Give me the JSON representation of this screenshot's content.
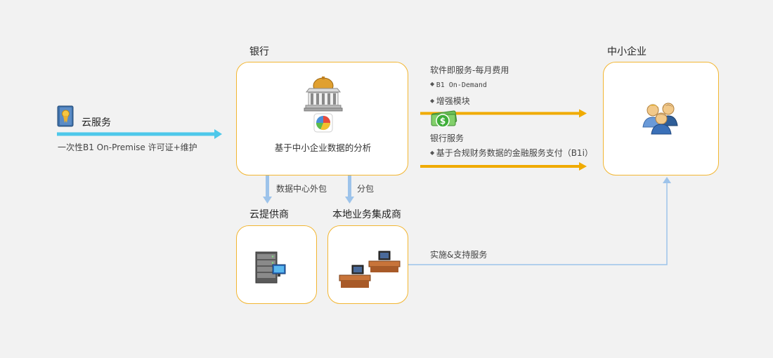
{
  "nodes": {
    "cloud_service": {
      "label": "云服务",
      "icon": "certificate-icon"
    },
    "bank": {
      "label": "银行",
      "caption": "基于中小企业数据的分析",
      "icon": "bank-building-icon"
    },
    "sme": {
      "label": "中小企业",
      "icon": "users-group-icon"
    },
    "cloud_provider": {
      "label": "云提供商",
      "icon": "server-rack-icon"
    },
    "local_integrator": {
      "label": "本地业务集成商",
      "icon": "office-desks-icon"
    }
  },
  "edges": {
    "cloud_to_bank": "一次性B1 On-Premise 许可证+维护",
    "saas": {
      "title": "软件即服务-每月费用",
      "item1": "B1 On-Demand",
      "item2": "增强模块"
    },
    "bank_service": {
      "title": "银行服务",
      "item1": "基于合规财务数据的金融服务支付（B1i）"
    },
    "datacenter": "数据中心外包",
    "subcontract": "分包",
    "implementation": "实施&支持服务"
  },
  "colors": {
    "box_border": "#f2b632",
    "arrow_cyan": "#4ec8ea",
    "arrow_orange": "#f0ab00",
    "arrow_blue": "#9dc3ea"
  }
}
